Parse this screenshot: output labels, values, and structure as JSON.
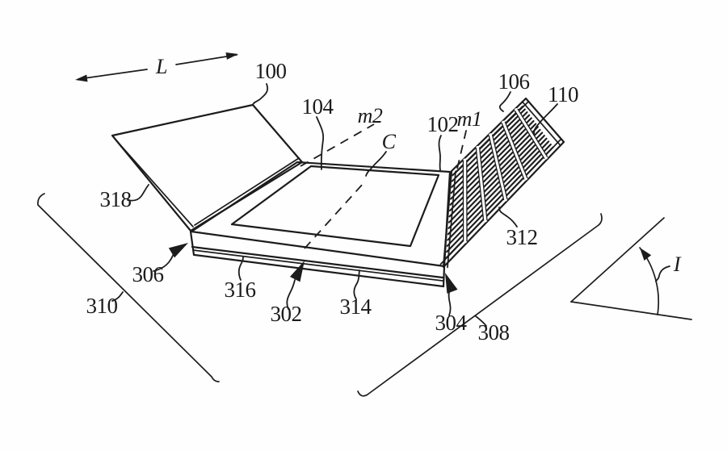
{
  "figure": {
    "kind": "patent-style line drawing: portable computer with flat base, open lid and tilted hatched panel, plus inclination angle diagram",
    "background": "#fefefe",
    "ink_color": "#1c1c1c",
    "labels": {
      "l": "L",
      "n100": "100",
      "n104": "104",
      "m2": "m2",
      "c": "C",
      "n102": "102",
      "m1": "m1",
      "n106": "106",
      "n110": "110",
      "n318": "318",
      "n306": "306",
      "n310": "310",
      "n316": "316",
      "n302": "302",
      "n314": "314",
      "n304": "304",
      "n308": "308",
      "n312": "312",
      "i": "I"
    }
  }
}
